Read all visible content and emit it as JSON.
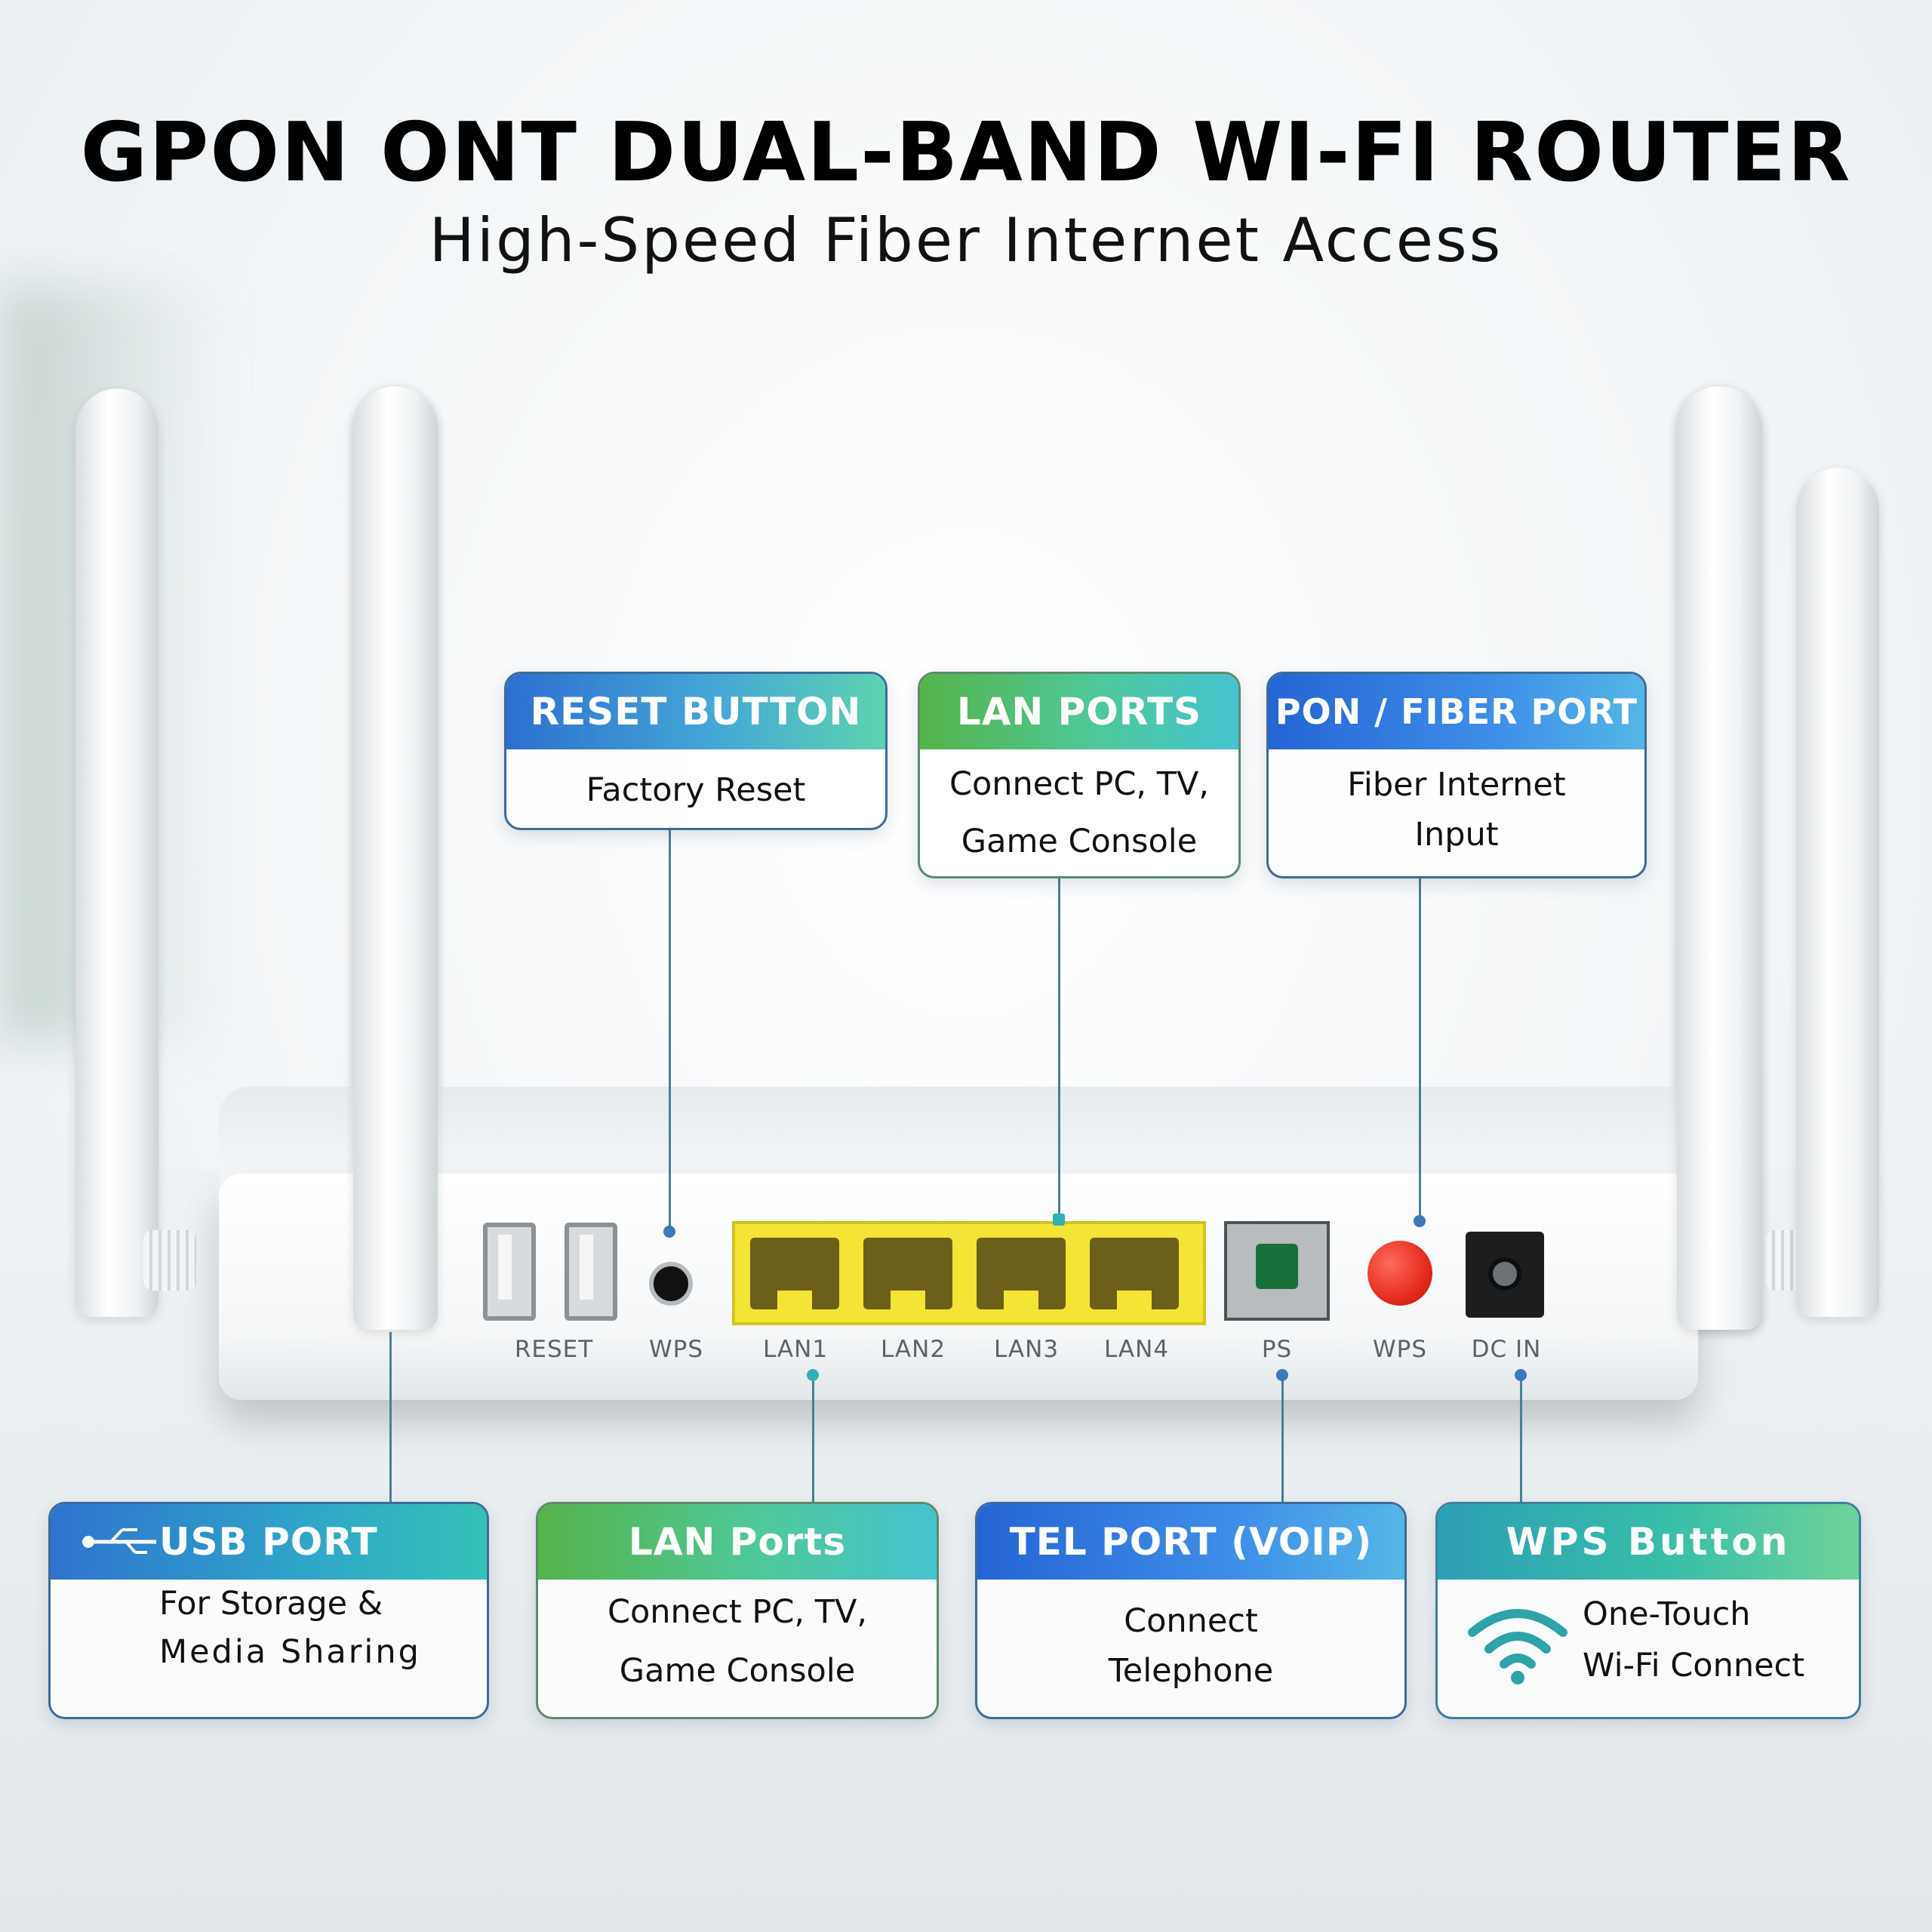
{
  "header": {
    "title": "GPON ONT DUAL-BAND WI-FI ROUTER",
    "subtitle": "High-Speed Fiber Internet Access"
  },
  "router": {
    "port_labels": [
      "RESET",
      "WPS",
      "LAN1",
      "LAN2",
      "LAN3",
      "LAN4",
      "PS",
      "WPS",
      "DC IN"
    ]
  },
  "callouts_top": [
    {
      "title": "RESET BUTTON",
      "lines": [
        "Factory Reset"
      ]
    },
    {
      "title": "LAN PORTS",
      "lines": [
        "Connect PC, TV,",
        "Game Console"
      ]
    },
    {
      "title": "PON / FIBER PORT",
      "lines": [
        "Fiber Internet",
        "Input"
      ]
    }
  ],
  "callouts_bottom": [
    {
      "title": "USB PORT",
      "lines": [
        "For Storage &",
        "Media Sharing"
      ]
    },
    {
      "title": "LAN Ports",
      "lines": [
        "Connect PC, TV,",
        "Game Console"
      ]
    },
    {
      "title": "TEL PORT (VOIP)",
      "lines": [
        "Connect",
        "Telephone"
      ]
    },
    {
      "title": "WPS Button",
      "lines": [
        "One-Touch",
        "Wi-Fi Connect"
      ]
    }
  ],
  "icons": {
    "usb": "usb-icon",
    "wifi": "wifi-icon"
  },
  "colors": {
    "lan_ports": "#f3e436",
    "wps_button": "#e52d1e",
    "tel_jack": "#17703a"
  }
}
